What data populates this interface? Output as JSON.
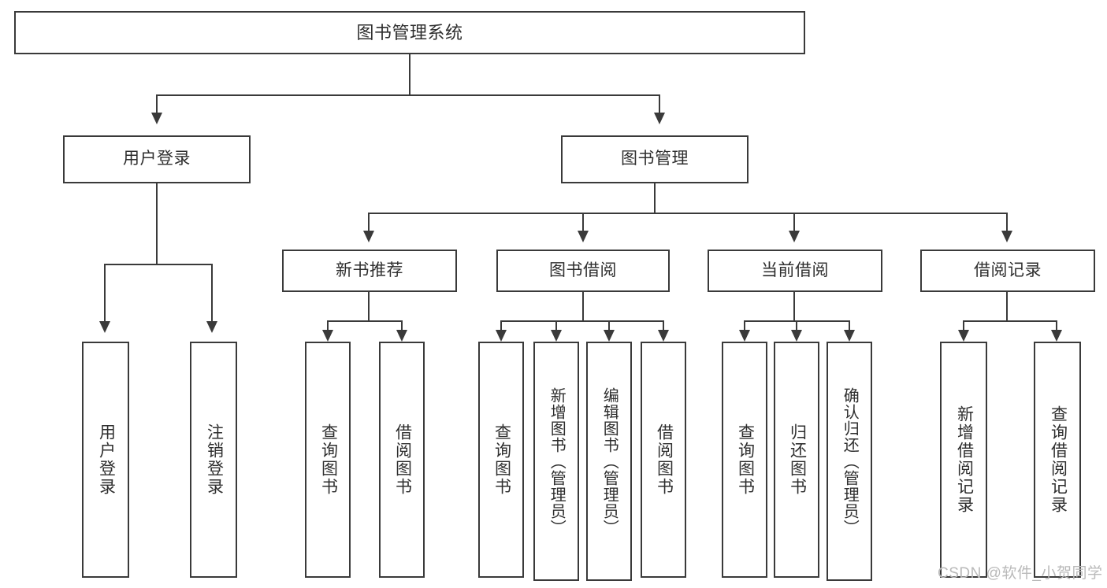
{
  "diagram": {
    "title": "图书管理系统",
    "type": "hierarchy-tree",
    "root": {
      "label": "图书管理系统"
    },
    "level2": [
      {
        "label": "用户登录"
      },
      {
        "label": "图书管理"
      }
    ],
    "level3": [
      {
        "label": "新书推荐"
      },
      {
        "label": "图书借阅"
      },
      {
        "label": "当前借阅"
      },
      {
        "label": "借阅记录"
      }
    ],
    "leaves": {
      "user_login": [
        {
          "label": "用户登录"
        },
        {
          "label": "注销登录"
        }
      ],
      "new_book_recommend": [
        {
          "label": "查询图书"
        },
        {
          "label": "借阅图书"
        }
      ],
      "book_borrow": [
        {
          "label": "查询图书"
        },
        {
          "label": "新增图书（管理员）"
        },
        {
          "label": "编辑图书（管理员）"
        },
        {
          "label": "借阅图书"
        }
      ],
      "current_borrow": [
        {
          "label": "查询图书"
        },
        {
          "label": "归还图书"
        },
        {
          "label": "确认归还（管理员）"
        }
      ],
      "borrow_record": [
        {
          "label": "新增借阅记录"
        },
        {
          "label": "查询借阅记录"
        }
      ]
    },
    "colors": {
      "box_border": "#3a3a3a",
      "box_fill": "#ffffff",
      "text": "#2e2e2e",
      "connector": "#3a3a3a",
      "watermark": "#b9b9b9"
    }
  },
  "watermark": {
    "text": "CSDN @软件_小贺同学"
  }
}
